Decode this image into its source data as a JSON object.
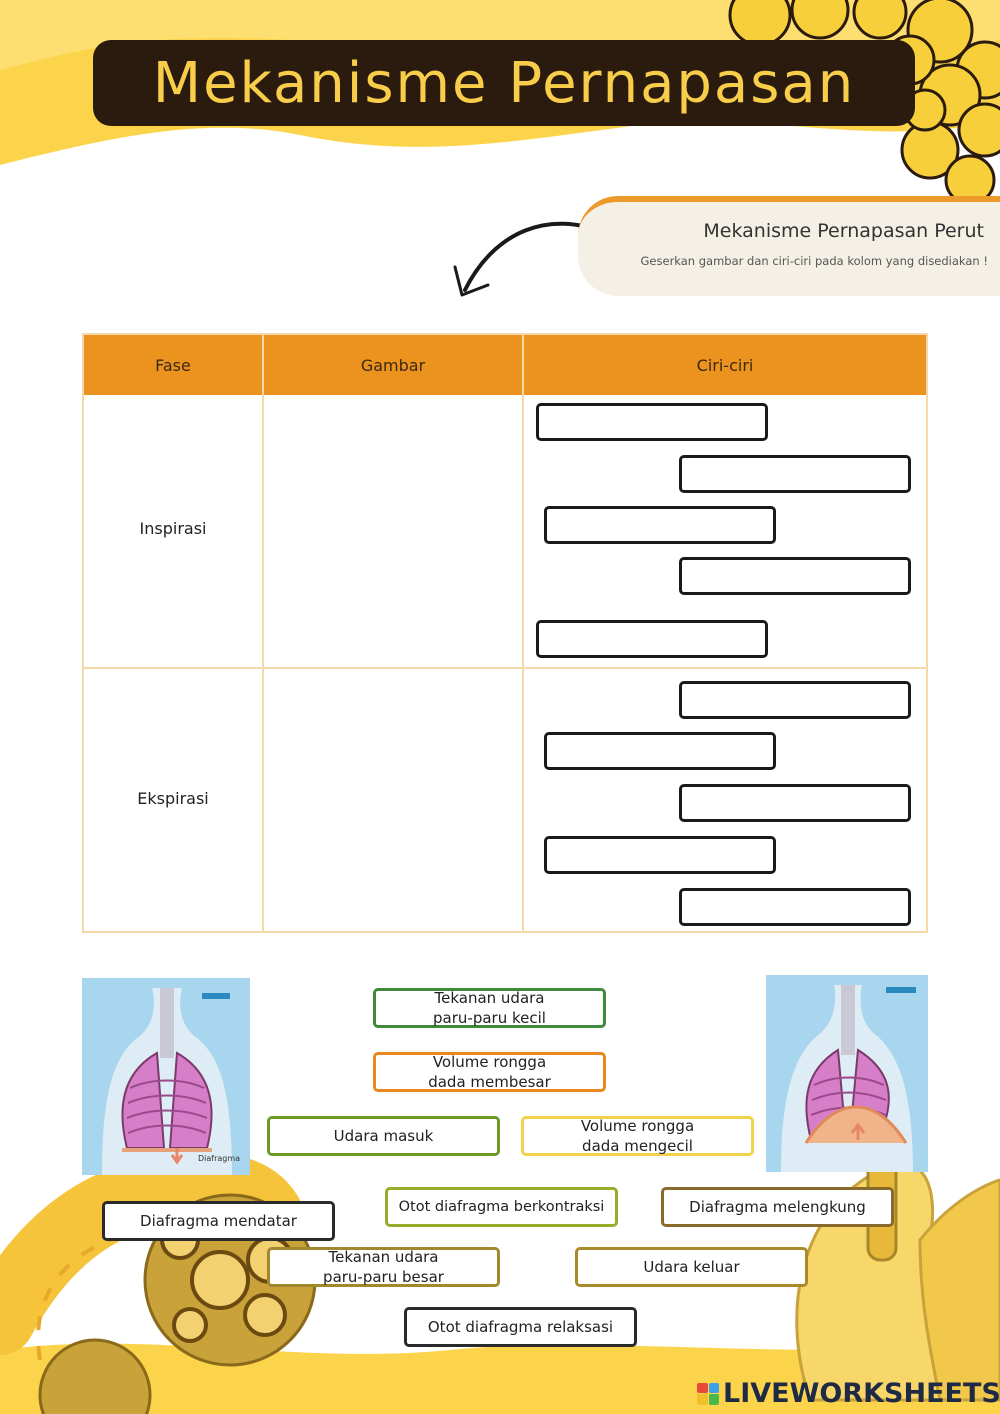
{
  "header": {
    "title": "Mekanisme Pernapasan"
  },
  "subheader": {
    "title": "Mekanisme Pernapasan Perut",
    "instruction": "Geserkan gambar dan ciri-ciri pada kolom yang disediakan !"
  },
  "table": {
    "columns": [
      "Fase",
      "Gambar",
      "Ciri-ciri"
    ],
    "rows": [
      {
        "phase": "Inspirasi"
      },
      {
        "phase": "Ekspirasi"
      }
    ]
  },
  "images": {
    "left": {
      "label": "Diafragma"
    }
  },
  "chips": [
    {
      "line1": "Tekanan udara",
      "line2": "paru-paru kecil",
      "border": "#3e8a3a"
    },
    {
      "line1": "Volume rongga",
      "line2": "dada membesar",
      "border": "#e9871d"
    },
    {
      "line1": "Udara masuk",
      "line2": "",
      "border": "#6f9a2a"
    },
    {
      "line1": "Volume rongga",
      "line2": "dada mengecil",
      "border": "#f1d24a"
    },
    {
      "line1": "Diafragma mendatar",
      "line2": "",
      "border": "#2a2a2a"
    },
    {
      "line1": "Otot diafragma berkontraksi",
      "line2": "",
      "border": "#9aaa2a"
    },
    {
      "line1": "Diafragma melengkung",
      "line2": "",
      "border": "#8a6a2a"
    },
    {
      "line1": "Tekanan udara",
      "line2": "paru-paru besar",
      "border": "#a0892a"
    },
    {
      "line1": "Udara keluar",
      "line2": "",
      "border": "#a88a2a"
    },
    {
      "line1": "Otot diafragma relaksasi",
      "line2": "",
      "border": "#2a2a2a"
    }
  ],
  "brand": {
    "name": "LIVEWORKSHEETS"
  },
  "colors": {
    "accent": "#ec931f",
    "title_bar": "#2b1b0f",
    "title_text": "#f8cd4a",
    "wave": "#fcd44c"
  }
}
